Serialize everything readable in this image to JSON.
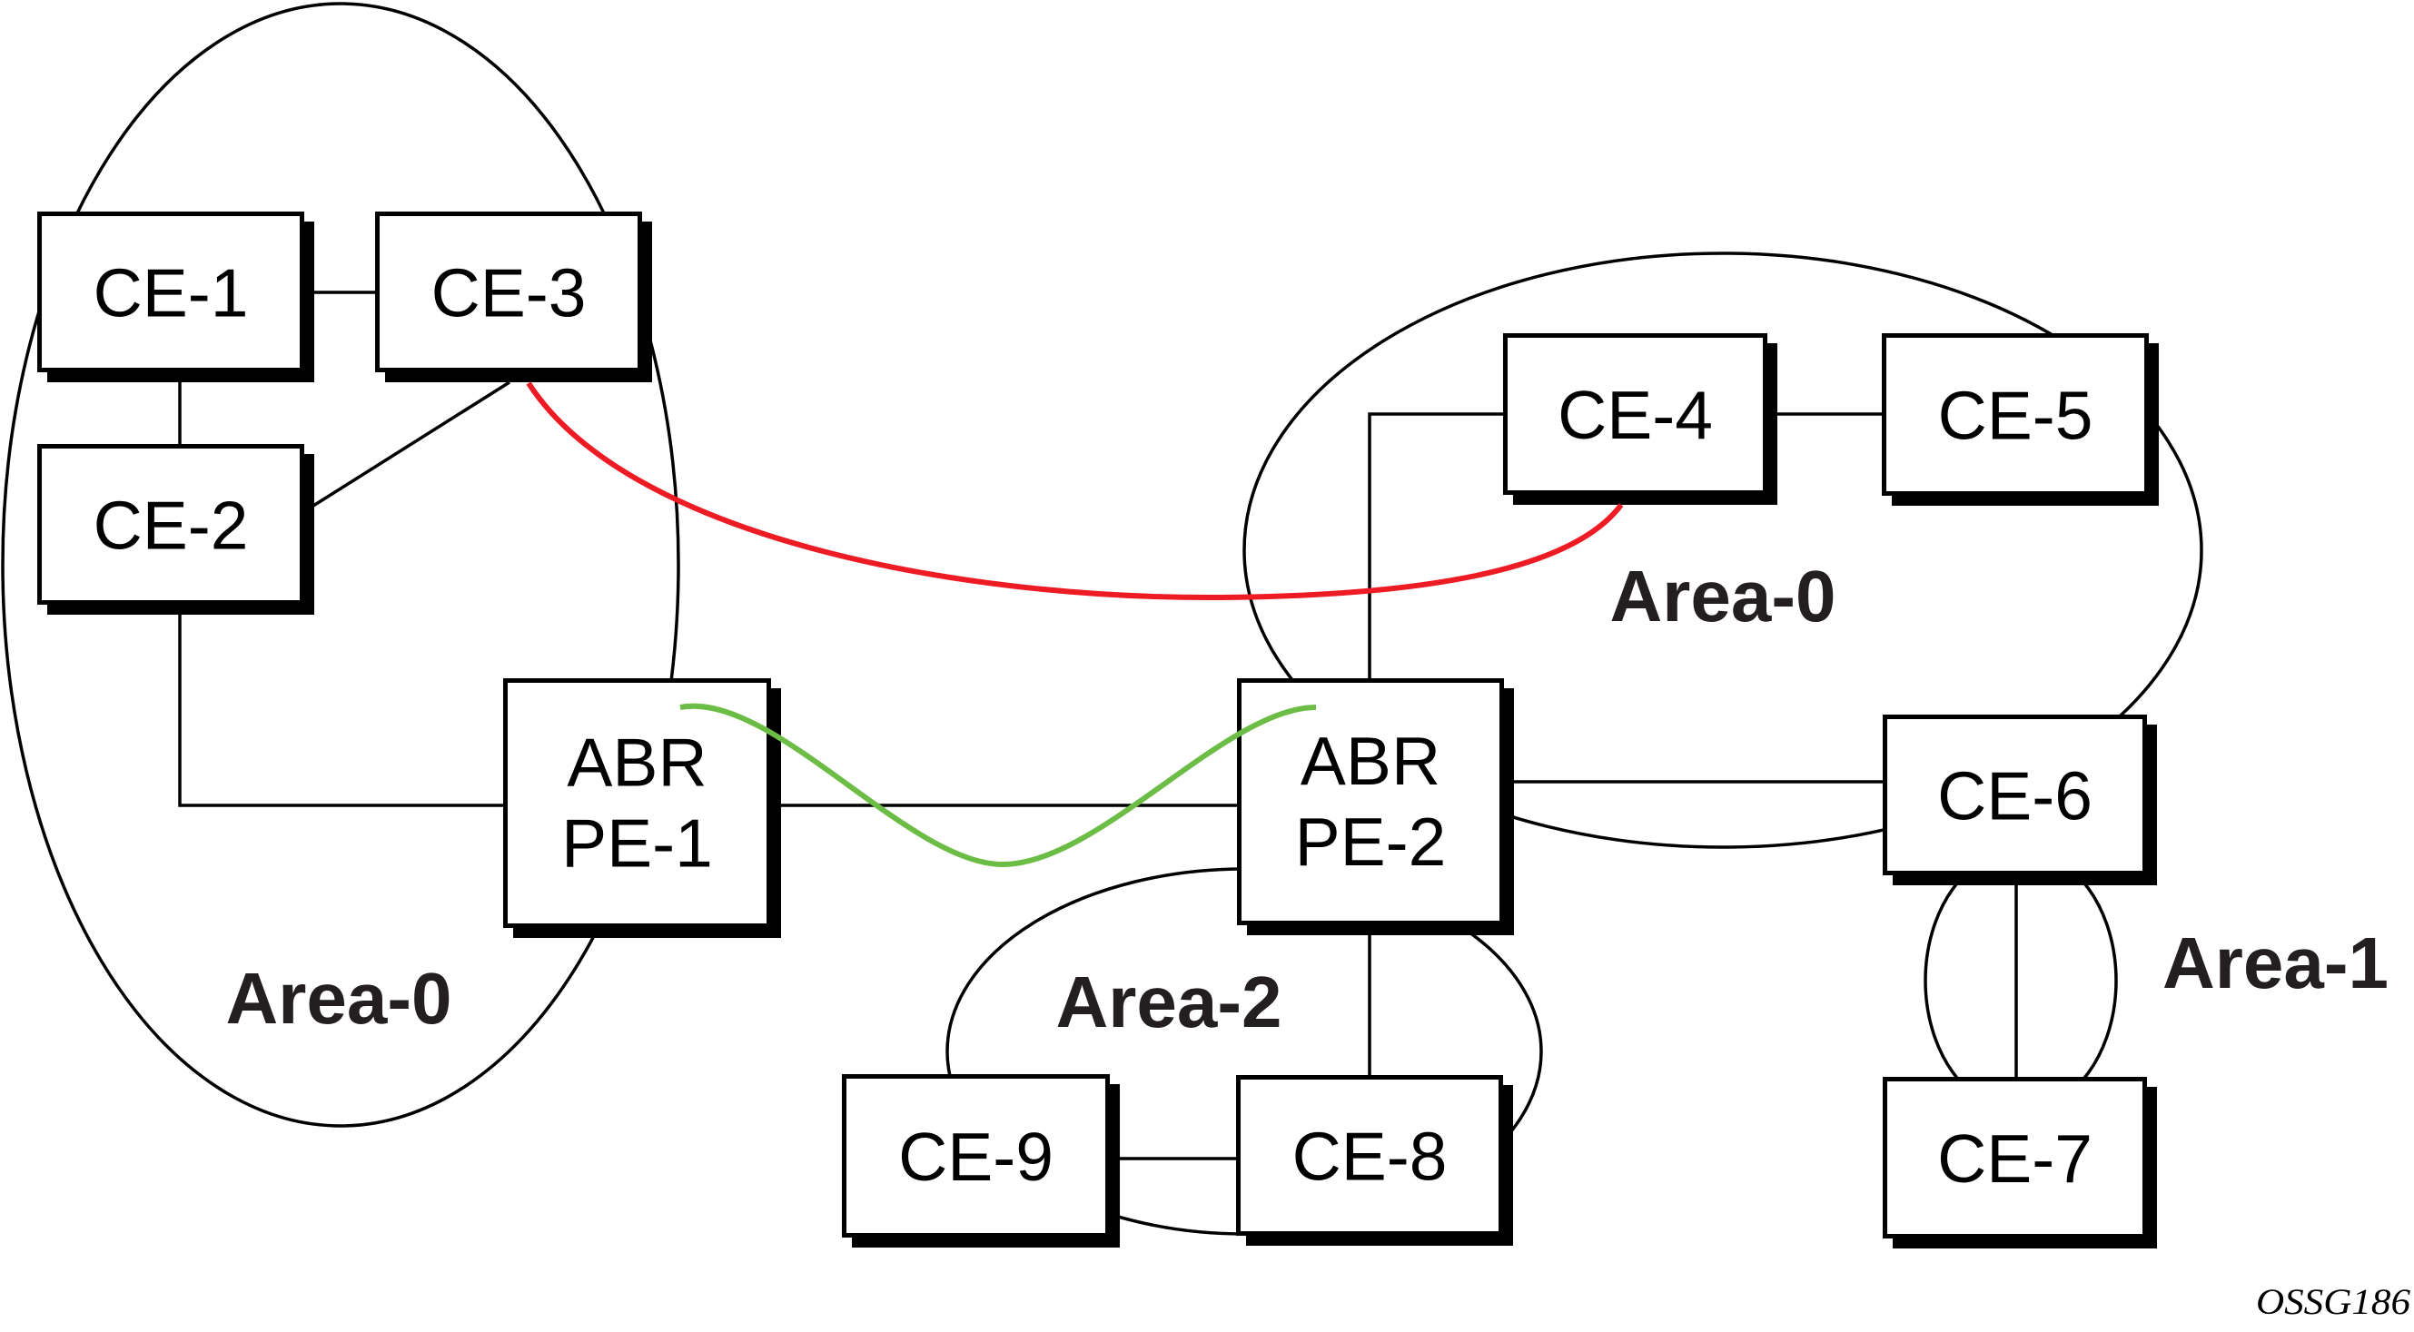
{
  "figure": {
    "figure_id": "OSSG186"
  },
  "colors": {
    "background": "#ffffff",
    "outline": "#000000",
    "red_path": "#ed1c24",
    "green_path": "#6cbd45"
  },
  "areas": [
    {
      "id": "area-0-left",
      "label": "Area-0"
    },
    {
      "id": "area-0-right",
      "label": "Area-0"
    },
    {
      "id": "area-2",
      "label": "Area-2"
    },
    {
      "id": "area-1",
      "label": "Area-1"
    }
  ],
  "nodes": [
    {
      "id": "CE-1",
      "lines": [
        "CE-1"
      ]
    },
    {
      "id": "CE-3",
      "lines": [
        "CE-3"
      ]
    },
    {
      "id": "CE-2",
      "lines": [
        "CE-2"
      ]
    },
    {
      "id": "PE-1",
      "lines": [
        "ABR",
        "PE-1"
      ]
    },
    {
      "id": "PE-2",
      "lines": [
        "ABR",
        "PE-2"
      ]
    },
    {
      "id": "CE-4",
      "lines": [
        "CE-4"
      ]
    },
    {
      "id": "CE-5",
      "lines": [
        "CE-5"
      ]
    },
    {
      "id": "CE-6",
      "lines": [
        "CE-6"
      ]
    },
    {
      "id": "CE-7",
      "lines": [
        "CE-7"
      ]
    },
    {
      "id": "CE-9",
      "lines": [
        "CE-9"
      ]
    },
    {
      "id": "CE-8",
      "lines": [
        "CE-8"
      ]
    }
  ],
  "links": [
    {
      "from": "CE-1",
      "to": "CE-3"
    },
    {
      "from": "CE-1",
      "to": "CE-2"
    },
    {
      "from": "CE-3",
      "to": "CE-2"
    },
    {
      "from": "CE-2",
      "to": "PE-1"
    },
    {
      "from": "PE-1",
      "to": "PE-2"
    },
    {
      "from": "PE-2",
      "to": "CE-4"
    },
    {
      "from": "CE-4",
      "to": "CE-5"
    },
    {
      "from": "PE-2",
      "to": "CE-6"
    },
    {
      "from": "PE-2",
      "to": "CE-8"
    },
    {
      "from": "CE-9",
      "to": "CE-8"
    },
    {
      "from": "CE-6",
      "to": "CE-7"
    }
  ],
  "highlighted_paths": [
    {
      "id": "red-path",
      "from": "CE-3",
      "to": "CE-4",
      "color": "#ed1c24"
    },
    {
      "id": "green-path",
      "from": "PE-1",
      "to": "PE-2",
      "color": "#6cbd45"
    }
  ]
}
